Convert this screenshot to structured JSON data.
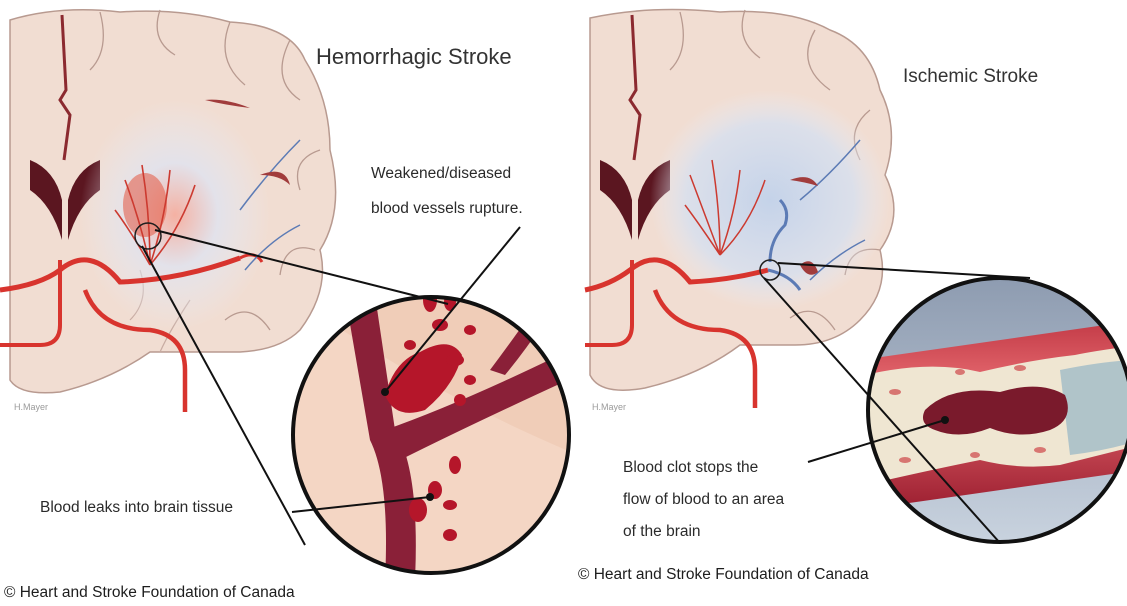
{
  "hemorrhagic": {
    "title": "Hemorrhagic Stroke",
    "callout_rupture_line1": "Weakened/diseased",
    "callout_rupture_line2": "blood vessels rupture.",
    "callout_leak": "Blood leaks into brain tissue",
    "artist_signature": "H.Mayer",
    "copyright": "© Heart and Stroke Foundation of Canada"
  },
  "ischemic": {
    "title": "Ischemic Stroke",
    "callout_clot_line1": "Blood clot stops the",
    "callout_clot_line2": "flow of blood to an area",
    "callout_clot_line3": "of the brain",
    "artist_signature": "H.Mayer",
    "copyright": "© Heart and Stroke Foundation of Canada"
  },
  "colors": {
    "brain_tissue": "#f1ddd2",
    "brain_outline": "#b89a90",
    "artery": "#d8342e",
    "vessel_dark": "#8a2038",
    "blood": "#b5162a",
    "ischemic_zone": "#c9d6ea",
    "plaque": "#efe6d2",
    "clot": "#7a1a2c"
  }
}
